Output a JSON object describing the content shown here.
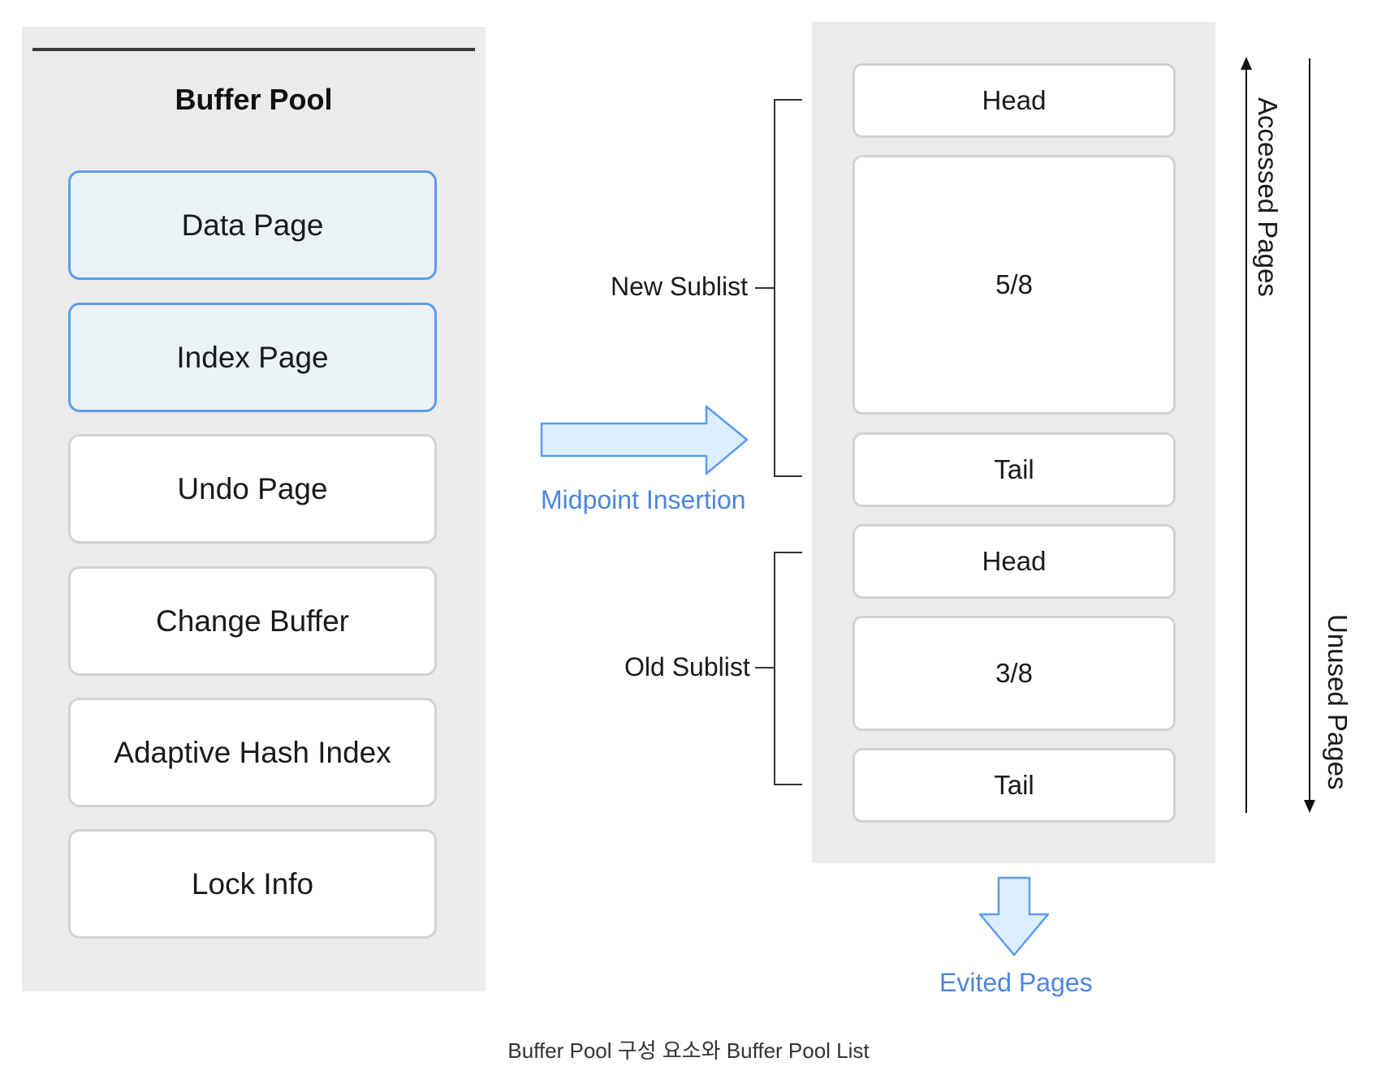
{
  "buffer_pool": {
    "title": "Buffer Pool",
    "items": [
      {
        "label": "Data Page",
        "highlighted": true
      },
      {
        "label": "Index Page",
        "highlighted": true
      },
      {
        "label": "Undo Page",
        "highlighted": false
      },
      {
        "label": "Change Buffer",
        "highlighted": false
      },
      {
        "label": "Adaptive Hash Index",
        "highlighted": false
      },
      {
        "label": "Lock Info",
        "highlighted": false
      }
    ]
  },
  "lru_list": {
    "new_sublist": {
      "label": "New Sublist",
      "head": "Head",
      "body": "5/8",
      "tail": "Tail"
    },
    "old_sublist": {
      "label": "Old Sublist",
      "head": "Head",
      "body": "3/8",
      "tail": "Tail"
    }
  },
  "midpoint_insertion": "Midpoint Insertion",
  "evicted_pages": "Evited Pages",
  "accessed_pages": "Accessed Pages",
  "unused_pages": "Unused Pages",
  "caption": "Buffer Pool 구성 요소와 Buffer Pool List",
  "colors": {
    "accent_blue": "#5b9cf0",
    "arrow_fill": "#dbeefb",
    "highlight_fill": "#eaf2f6",
    "panel_gray": "#ebebeb"
  }
}
